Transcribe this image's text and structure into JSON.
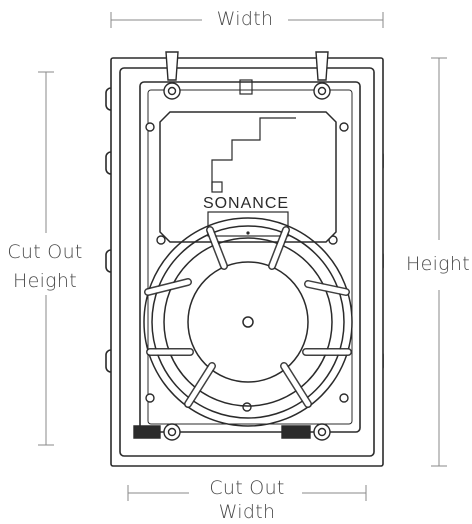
{
  "labels": {
    "width": "Width",
    "height": "Height",
    "cutout_height_line1": "Cut Out",
    "cutout_height_line2": "Height",
    "cutout_width_line1": "Cut Out",
    "cutout_width_line2": "Width"
  },
  "brand": "SONANCE",
  "colors": {
    "line": "#2b2b2b",
    "dim": "#8a8a8a",
    "text": "#4a4a4a"
  }
}
